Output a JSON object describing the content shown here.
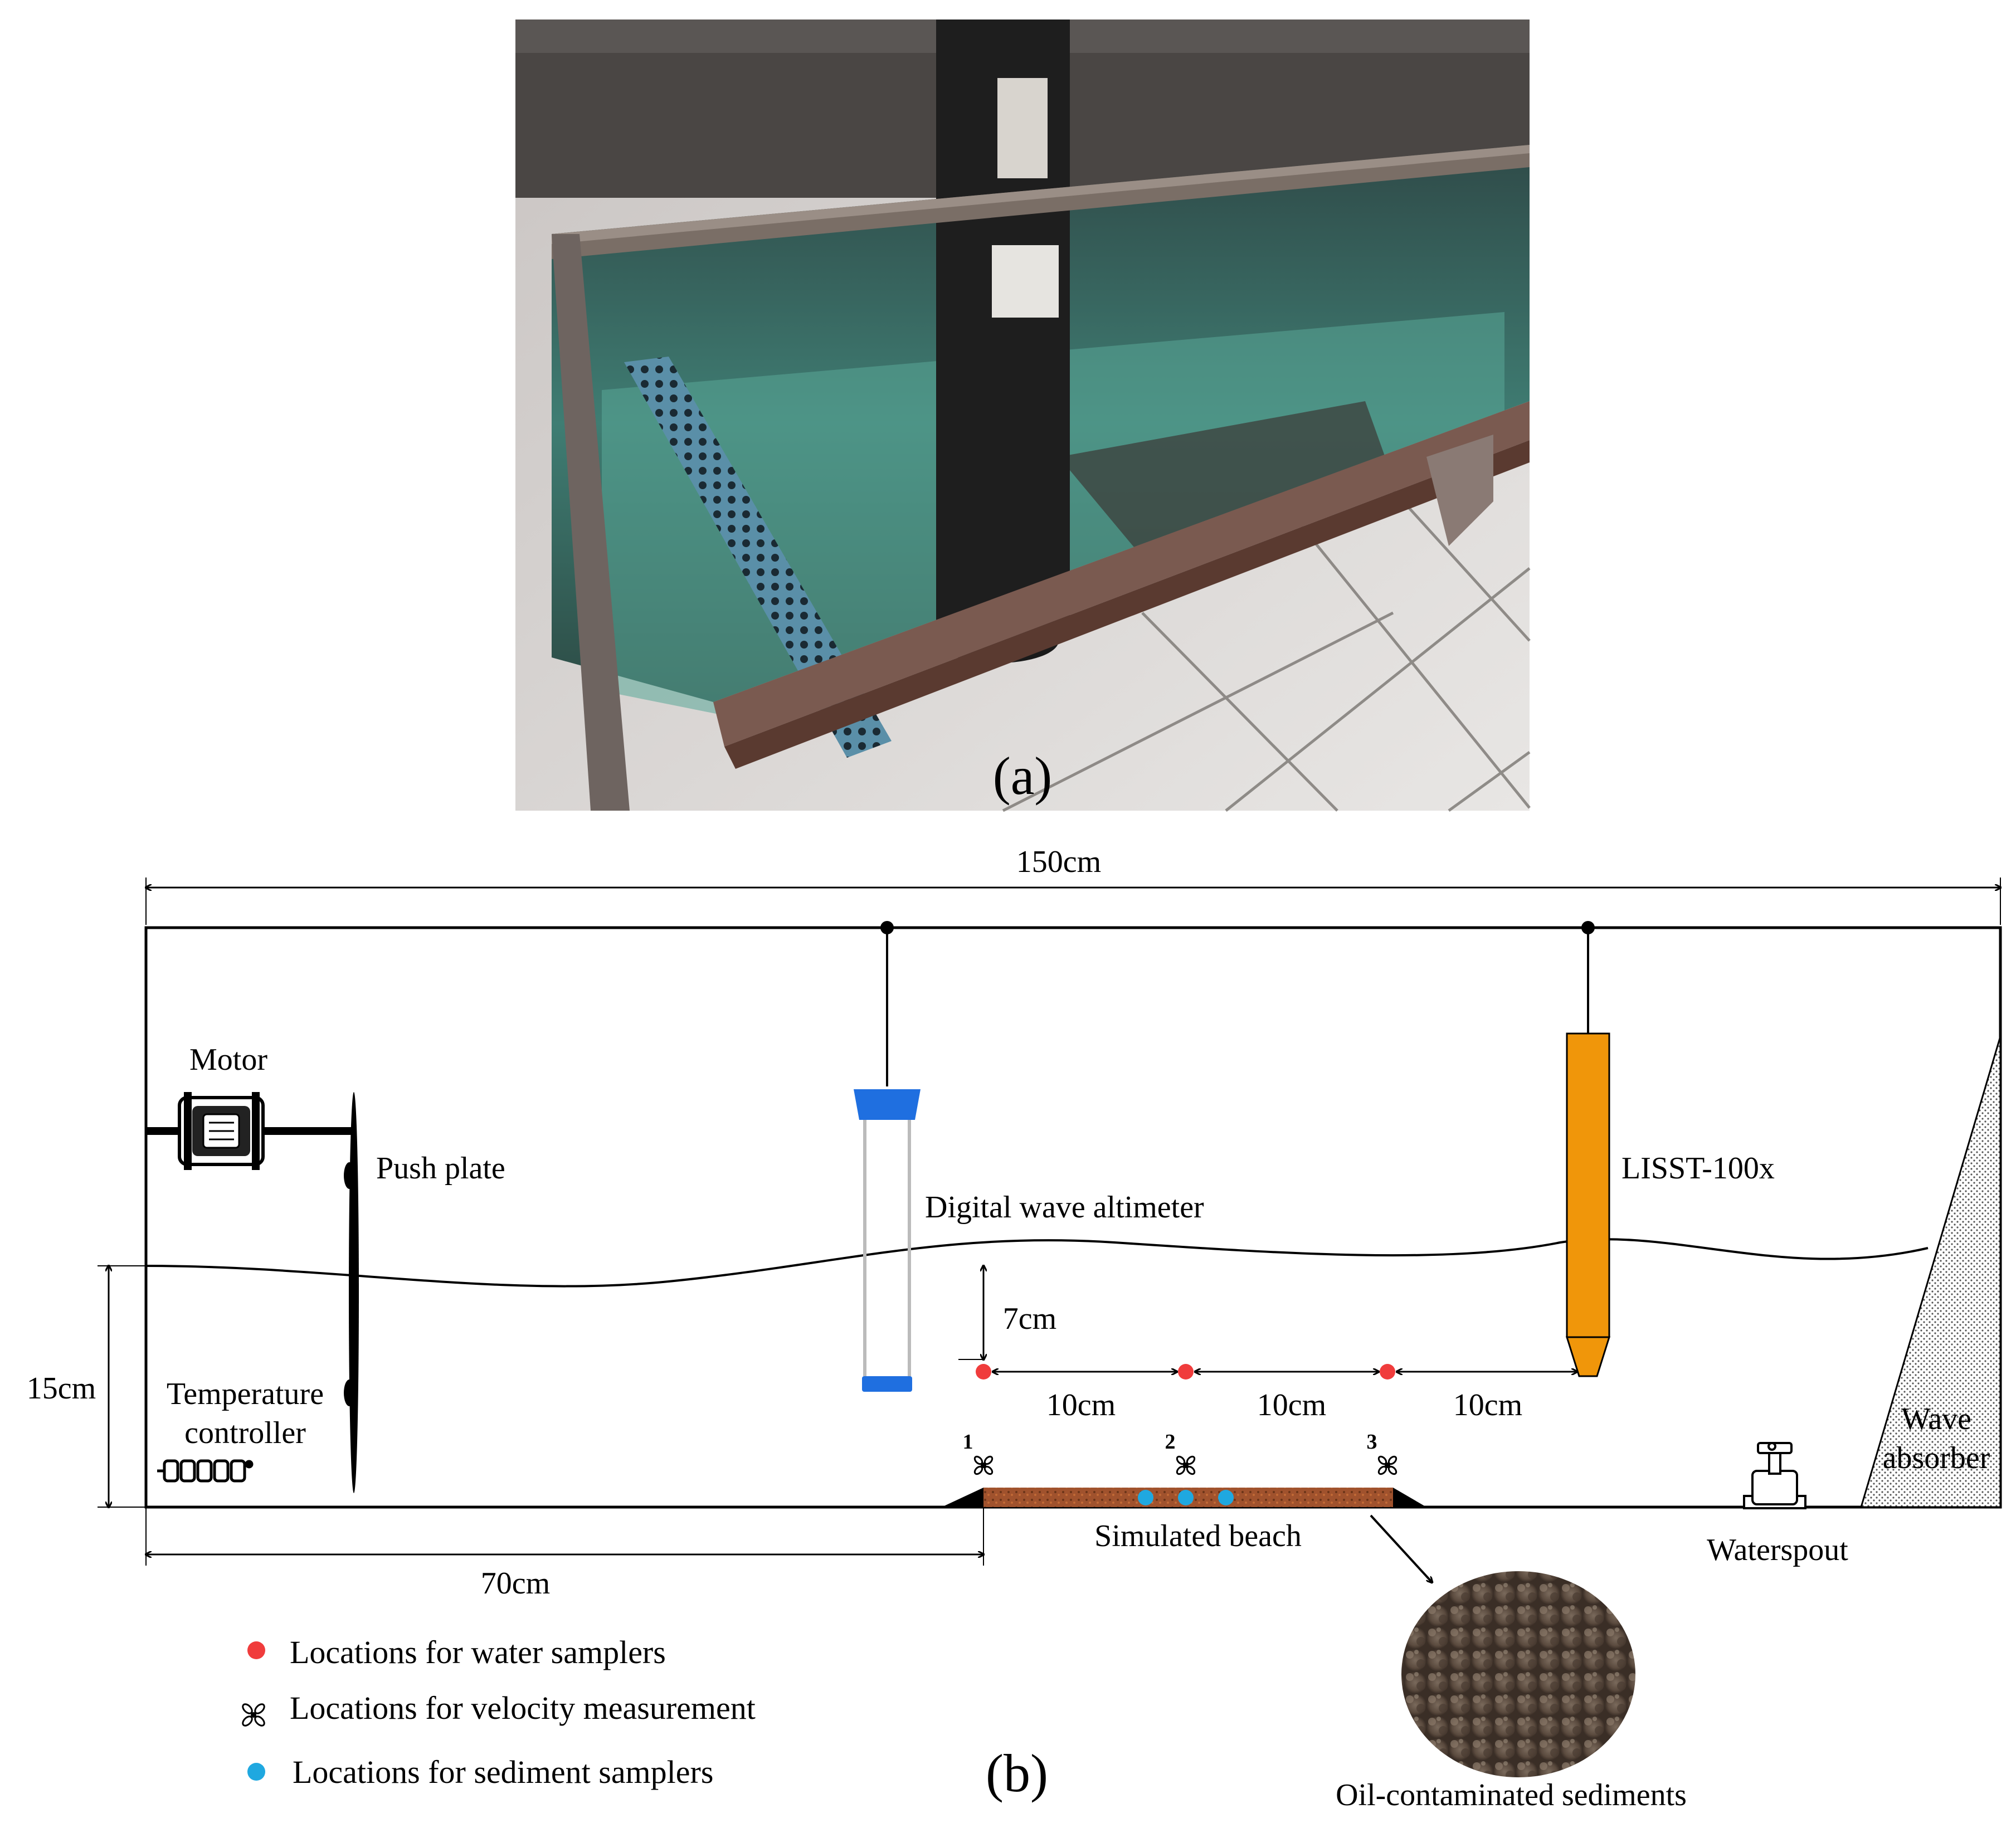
{
  "panel_a": {
    "label": "(a)",
    "photo_description_tag": "wave-tank-photo"
  },
  "panel_b": {
    "label": "(b)",
    "dimensions": {
      "total_length": "150cm",
      "water_depth": "15cm",
      "plate_to_beach": "70cm",
      "sampler_depth": "7cm",
      "spacing_1": "10cm",
      "spacing_2": "10cm",
      "spacing_3": "10cm"
    },
    "components": {
      "motor": "Motor",
      "push_plate": "Push plate",
      "wave_altimeter": "Digital wave altimeter",
      "lisst": "LISST-100x",
      "temp_controller_line1": "Temperature",
      "temp_controller_line2": "controller",
      "wave_absorber_line1": "Wave",
      "wave_absorber_line2": "absorber",
      "simulated_beach": "Simulated beach",
      "waterspout": "Waterspout",
      "oil_sediments": "Oil-contaminated sediments"
    },
    "velocity_points": [
      "1",
      "2",
      "3"
    ],
    "legend": {
      "water": "Locations for water samplers",
      "velocity": "Locations for velocity measurement",
      "sediment": "Locations for sediment samplers"
    },
    "colors": {
      "water_sampler": "#f03c3c",
      "sediment_sampler": "#1fa8e0",
      "lisst": "#f0960a",
      "altimeter": "#1f6fe0",
      "beach": "#a0522d"
    }
  }
}
